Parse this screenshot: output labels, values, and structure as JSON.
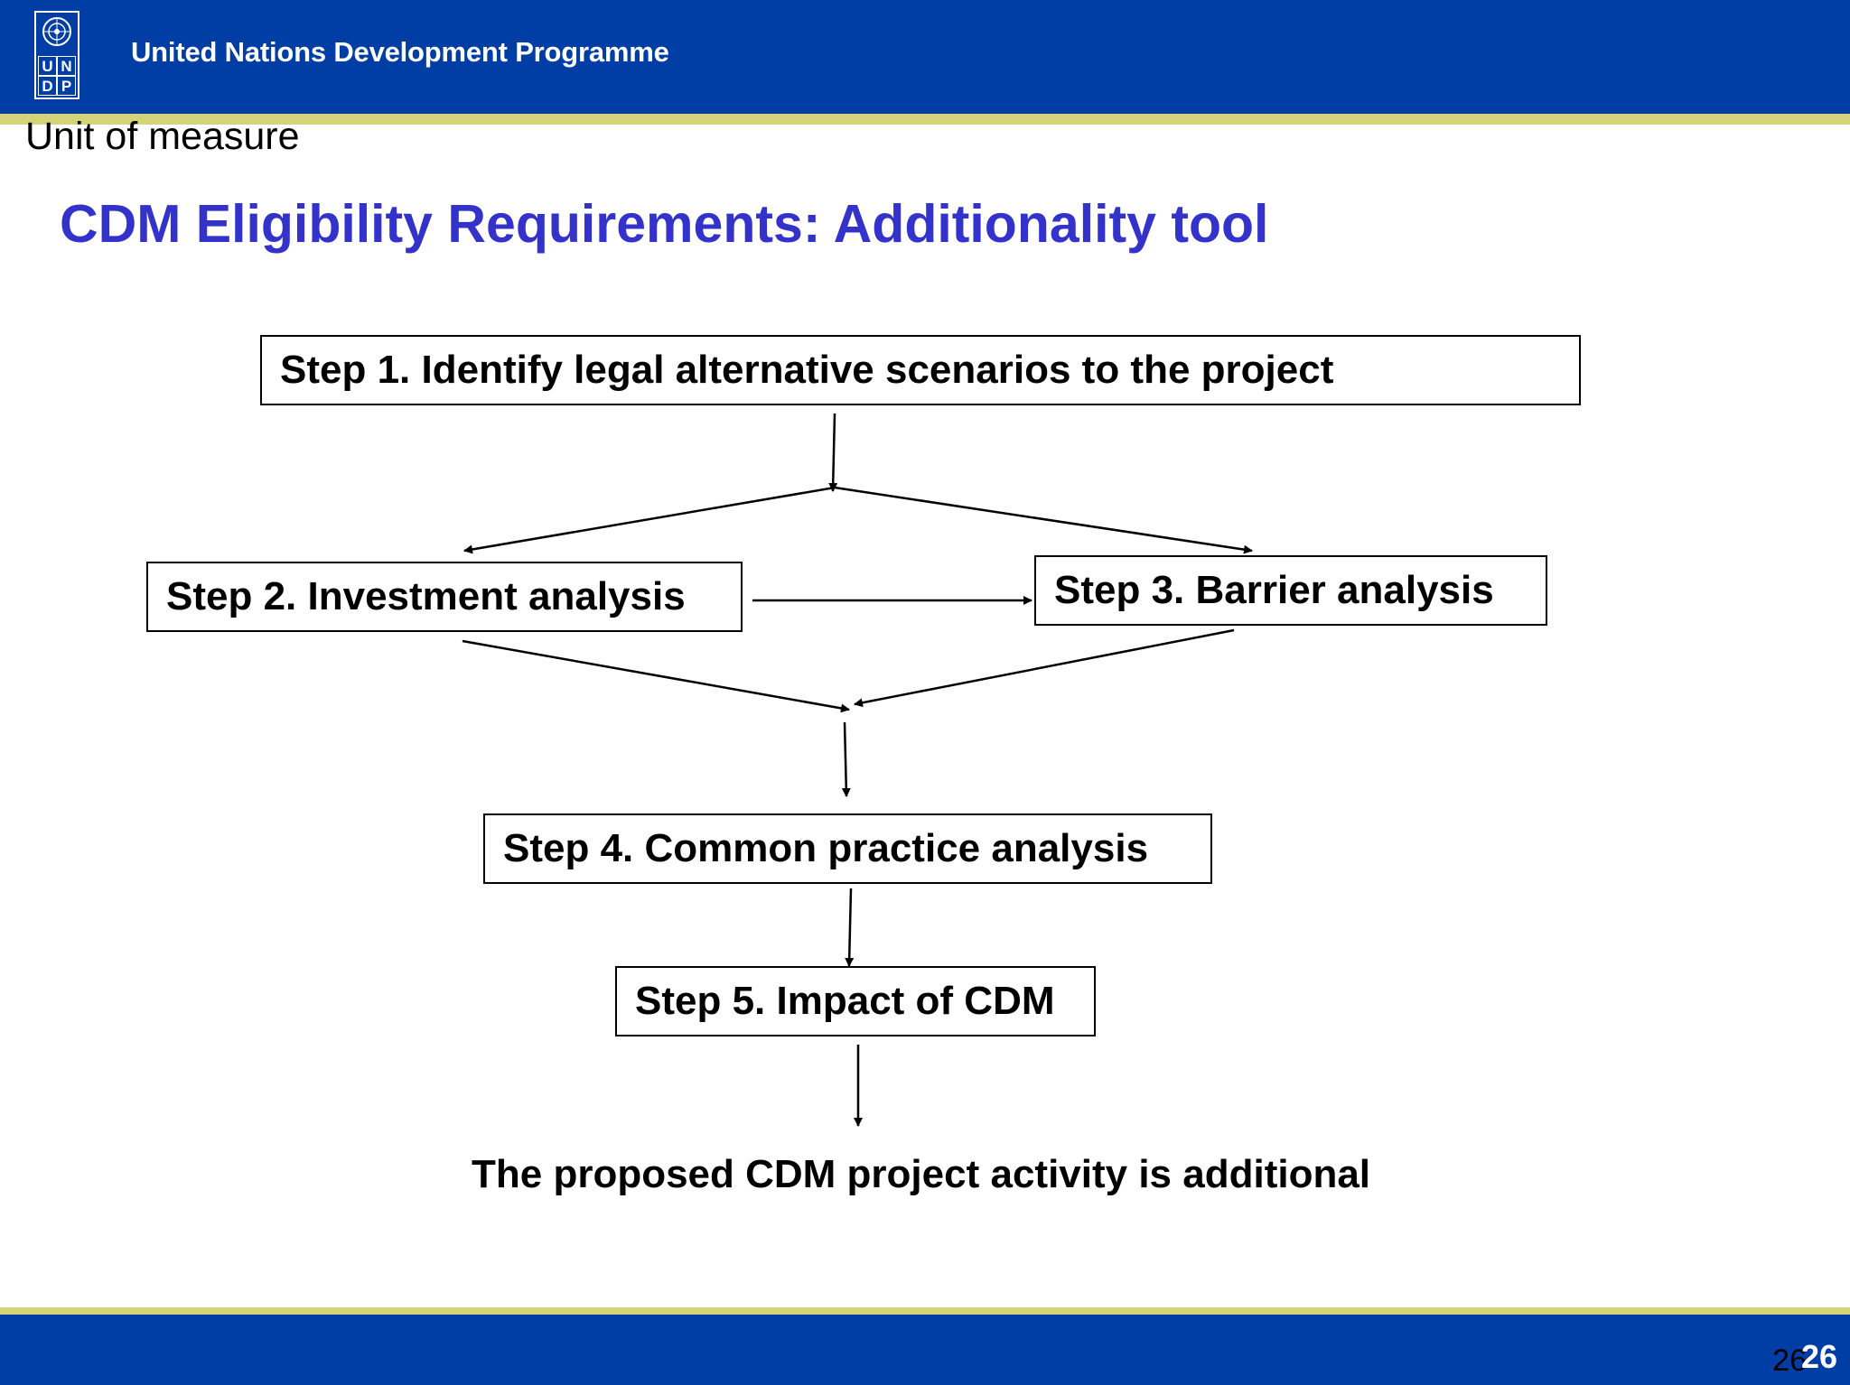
{
  "header": {
    "org_name": "United Nations Development Programme",
    "logo_letters": [
      "U",
      "N",
      "D",
      "P"
    ],
    "bar_color": "#003da5",
    "stripe_color": "#d3d37a"
  },
  "slide": {
    "unit_of_measure": "Unit of measure",
    "title": "CDM Eligibility Requirements: Additionality tool",
    "title_color": "#3333cc"
  },
  "diagram": {
    "steps": [
      {
        "id": "step1",
        "label": "Step 1. Identify legal alternative scenarios to the project"
      },
      {
        "id": "step2",
        "label": "Step 2. Investment analysis"
      },
      {
        "id": "step3",
        "label": "Step 3. Barrier analysis"
      },
      {
        "id": "step4",
        "label": "Step 4. Common practice analysis"
      },
      {
        "id": "step5",
        "label": "Step 5. Impact of CDM"
      }
    ],
    "conclusion": "The proposed CDM project activity is additional"
  },
  "footer": {
    "page_number": "26",
    "page_number_overlay": "26"
  }
}
